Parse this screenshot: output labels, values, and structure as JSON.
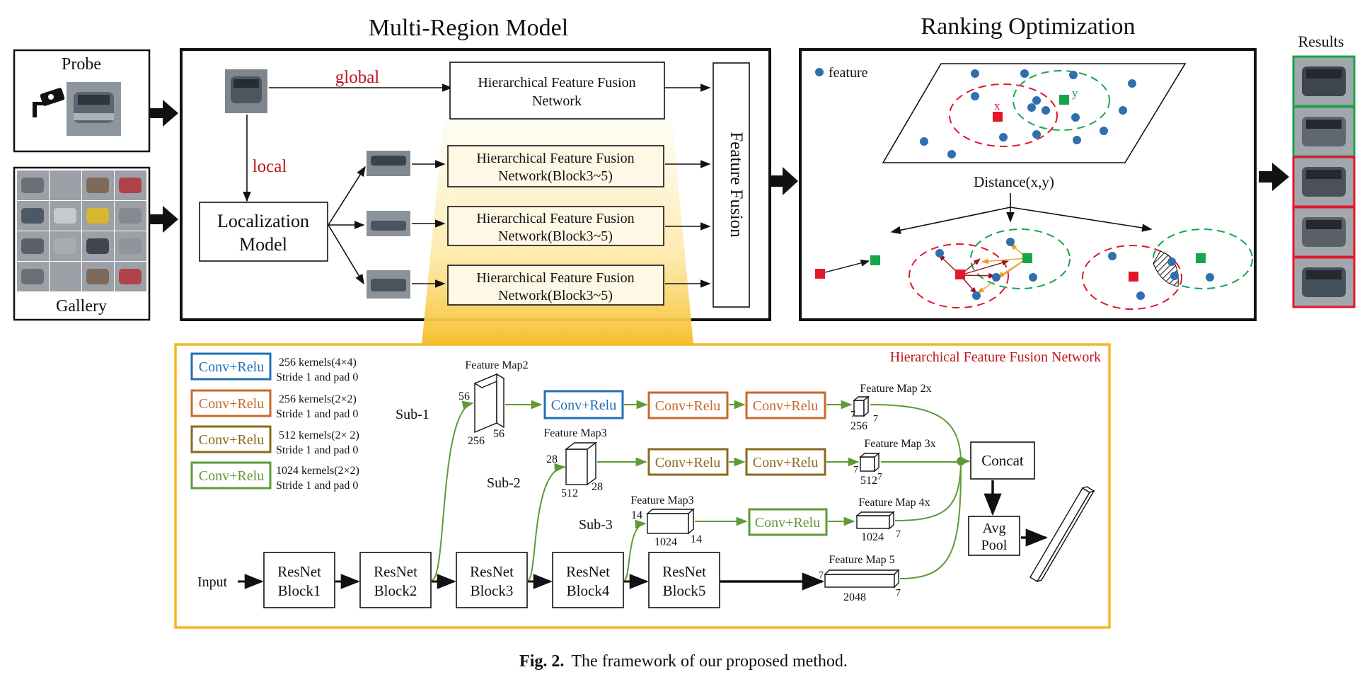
{
  "figure": {
    "multi_region_title": "Multi-Region Model",
    "ranking_title": "Ranking Optimization",
    "results_title": "Results",
    "probe_label": "Probe",
    "gallery_label": "Gallery",
    "global_label": "global",
    "local_label": "local",
    "localization_line1": "Localization",
    "localization_line2": "Model",
    "hffn_line1": "Hierarchical Feature Fusion",
    "hffn_line2": "Network",
    "hffn_block_line2": "Network(Block3~5)",
    "feature_fusion": "Feature Fusion",
    "legend_feature": "feature",
    "point_x": "x",
    "point_y": "y",
    "distance_label": "Distance(x,y)",
    "caption_bold": "Fig. 2.",
    "caption_text": "The framework of our proposed method."
  },
  "detail": {
    "title": "Hierarchical Feature Fusion Network",
    "conv_relu": "Conv+Relu",
    "legend": [
      {
        "color": "#1f6fb8",
        "line1": "256 kernels(4×4)",
        "line2": "Stride 1 and pad 0"
      },
      {
        "color": "#c8692a",
        "line1": "256 kernels(2×2)",
        "line2": "Stride 1 and pad 0"
      },
      {
        "color": "#8a6a1a",
        "line1": "512 kernels(2× 2)",
        "line2": "Stride 1 and pad 0"
      },
      {
        "color": "#5f9a36",
        "line1": "1024 kernels(2×2)",
        "line2": "Stride 1 and pad 0"
      }
    ],
    "input_label": "Input",
    "resnet_word": "ResNet",
    "blocks": [
      "Block1",
      "Block2",
      "Block3",
      "Block4",
      "Block5"
    ],
    "sub1": "Sub-1",
    "sub2": "Sub-2",
    "sub3": "Sub-3",
    "fm2": "Feature Map2",
    "fm3": "Feature Map3",
    "fm3b": "Feature Map3",
    "fm2x": "Feature Map 2x",
    "fm3x": "Feature Map 3x",
    "fm4x": "Feature Map 4x",
    "fm5": "Feature Map 5",
    "dims": {
      "fm2_h": "56",
      "fm2_c": "256",
      "fm2_w": "56",
      "fm3_h": "28",
      "fm3_c": "512",
      "fm3_w": "28",
      "fm3b_h": "14",
      "fm3b_c": "1024",
      "fm3b_w": "14",
      "fm2x_h": "7",
      "fm2x_c": "256",
      "fm2x_w": "7",
      "fm3x_h": "7",
      "fm3x_c": "512",
      "fm3x_w": "7",
      "fm4x_c": "1024",
      "fm4x_w": "7",
      "fm5_h": "7",
      "fm5_c": "2048",
      "fm5_w": "7"
    },
    "concat": "Concat",
    "avg": "Avg",
    "pool": "Pool"
  },
  "colors": {
    "blue": "#1f6fb8",
    "orange": "#c8692a",
    "olive": "#8a6a1a",
    "green": "#5f9a36",
    "red_text": "#c0141c",
    "frame_yellow": "#f2b925",
    "point_blue": "#2f6fb0",
    "marker_red": "#e3172a",
    "marker_green": "#15a64a"
  }
}
